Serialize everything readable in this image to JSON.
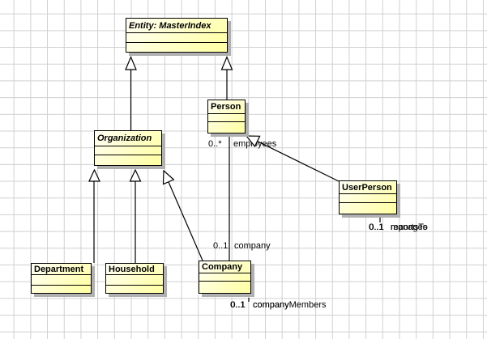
{
  "diagram_type": "uml-class-diagram",
  "colors": {
    "background": "#ffffff",
    "grid_line": "#d0d0d0",
    "box_fill_light": "#fffff6",
    "box_fill_dark": "#ffffa0",
    "box_border": "#000000",
    "box_shadow": "#b0b0b0",
    "edge": "#000000"
  },
  "classes": {
    "entity": {
      "name": "Entity: MasterIndex",
      "abstract": true
    },
    "person": {
      "name": "Person",
      "abstract": false
    },
    "organization": {
      "name": "Organization",
      "abstract": true
    },
    "userperson": {
      "name": "UserPerson",
      "abstract": false
    },
    "department": {
      "name": "Department",
      "abstract": false
    },
    "household": {
      "name": "Household",
      "abstract": false
    },
    "company": {
      "name": "Company",
      "abstract": false
    }
  },
  "labels": {
    "employees_mult": "0..*",
    "employees": "employees",
    "company_mult": "0..1",
    "company": "company",
    "companymembers_mult": "0..1",
    "companymembers": "companyMembers",
    "companymembers_overlay": "company",
    "manages_mult": "0..1",
    "manages": "manages",
    "reportsto": "reportsTo"
  },
  "relationships": [
    {
      "type": "generalization",
      "from": "Organization",
      "to": "Entity: MasterIndex"
    },
    {
      "type": "generalization",
      "from": "Person",
      "to": "Entity: MasterIndex"
    },
    {
      "type": "generalization",
      "from": "Department",
      "to": "Organization"
    },
    {
      "type": "generalization",
      "from": "Household",
      "to": "Organization"
    },
    {
      "type": "generalization",
      "from": "Company",
      "to": "Organization"
    },
    {
      "type": "generalization",
      "from": "UserPerson",
      "to": "Person"
    },
    {
      "type": "association",
      "from": "Person",
      "to": "Company",
      "end_labels": [
        "0..*",
        "employees",
        "0..1",
        "company"
      ]
    },
    {
      "type": "association-labels-overlapping",
      "near": "UserPerson",
      "end_labels": [
        "0..1",
        "manages",
        "reportsTo"
      ]
    },
    {
      "type": "association-labels-overlapping",
      "near": "Company",
      "end_labels": [
        "0..1",
        "companyMembers",
        "company"
      ]
    }
  ]
}
